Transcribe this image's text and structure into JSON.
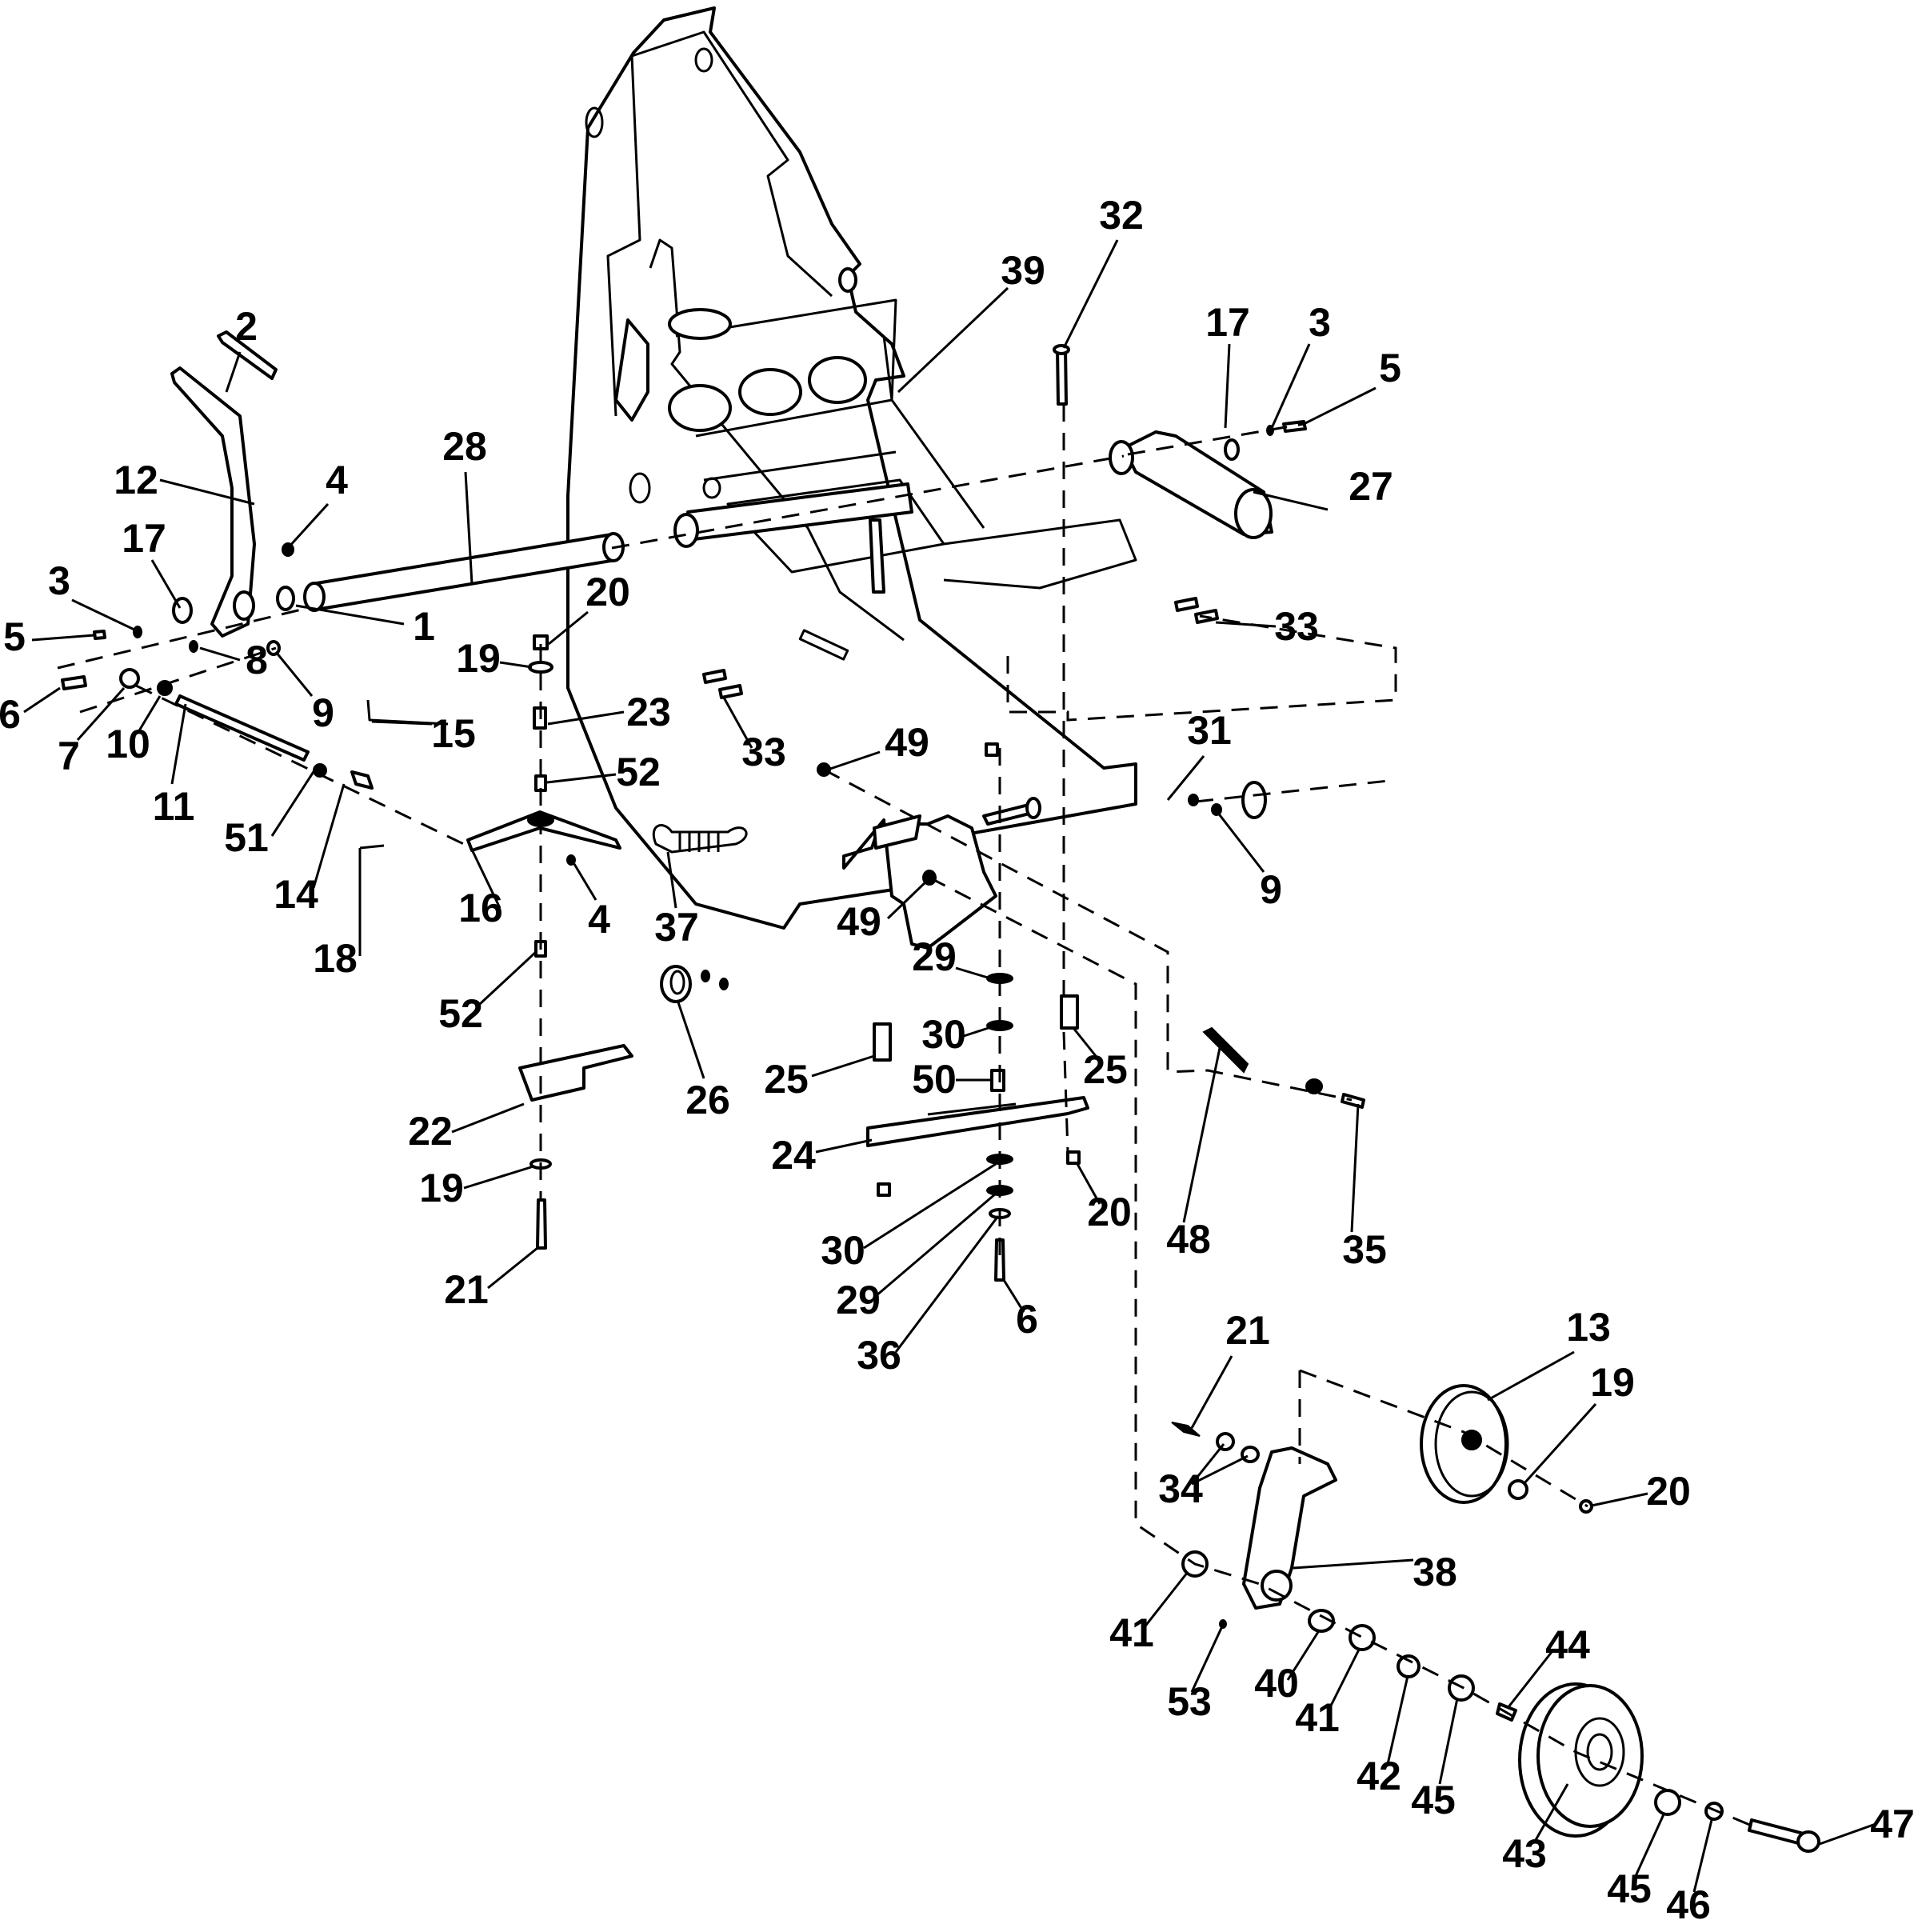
{
  "diagram": {
    "title": "Exploded parts diagram - frame, pedal linkage, idler and pulley assembly",
    "background": "#ffffff",
    "ink": "#000000"
  },
  "callouts": [
    {
      "id": "c2",
      "text": "2",
      "part": "pad"
    },
    {
      "id": "c12",
      "text": "12",
      "part": "pedal-lever"
    },
    {
      "id": "c4a",
      "text": "4",
      "part": "fastener"
    },
    {
      "id": "c28",
      "text": "28",
      "part": "cross-shaft"
    },
    {
      "id": "c17a",
      "text": "17",
      "part": "washer"
    },
    {
      "id": "c3a",
      "text": "3",
      "part": "clip"
    },
    {
      "id": "c5a",
      "text": "5",
      "part": "pin"
    },
    {
      "id": "c1",
      "text": "1",
      "part": "bushing"
    },
    {
      "id": "c20a",
      "text": "20",
      "part": "nut"
    },
    {
      "id": "c19a",
      "text": "19",
      "part": "washer"
    },
    {
      "id": "c6a",
      "text": "6",
      "part": "bolt"
    },
    {
      "id": "c7",
      "text": "7",
      "part": "rod-end"
    },
    {
      "id": "c10",
      "text": "10",
      "part": "nut"
    },
    {
      "id": "c8",
      "text": "8",
      "part": "washer"
    },
    {
      "id": "c9a",
      "text": "9",
      "part": "nut"
    },
    {
      "id": "c11",
      "text": "11",
      "part": "rod"
    },
    {
      "id": "c15",
      "text": "15",
      "part": "pin"
    },
    {
      "id": "c23",
      "text": "23",
      "part": "spacer"
    },
    {
      "id": "c52a",
      "text": "52",
      "part": "bushing"
    },
    {
      "id": "c33a",
      "text": "33",
      "part": "bolt"
    },
    {
      "id": "c51",
      "text": "51",
      "part": "nut"
    },
    {
      "id": "c14",
      "text": "14",
      "part": "clevis"
    },
    {
      "id": "c16",
      "text": "16",
      "part": "bellcrank"
    },
    {
      "id": "c4b",
      "text": "4",
      "part": "fastener"
    },
    {
      "id": "c18",
      "text": "18",
      "part": "cotter-pin"
    },
    {
      "id": "c37",
      "text": "37",
      "part": "spring"
    },
    {
      "id": "c52b",
      "text": "52",
      "part": "bushing"
    },
    {
      "id": "c32",
      "text": "32",
      "part": "pin"
    },
    {
      "id": "c39",
      "text": "39",
      "part": "frame"
    },
    {
      "id": "c17b",
      "text": "17",
      "part": "washer"
    },
    {
      "id": "c3b",
      "text": "3",
      "part": "clip"
    },
    {
      "id": "c5b",
      "text": "5",
      "part": "pin"
    },
    {
      "id": "c27",
      "text": "27",
      "part": "pivot-tube"
    },
    {
      "id": "c33b",
      "text": "33",
      "part": "bolt"
    },
    {
      "id": "c31",
      "text": "31",
      "part": "idler-bracket-shaft"
    },
    {
      "id": "c49a",
      "text": "49",
      "part": "nut"
    },
    {
      "id": "c9b",
      "text": "9",
      "part": "nut"
    },
    {
      "id": "c49b",
      "text": "49",
      "part": "nut"
    },
    {
      "id": "c29a",
      "text": "29",
      "part": "washer"
    },
    {
      "id": "c30a",
      "text": "30",
      "part": "washer"
    },
    {
      "id": "c25a",
      "text": "25",
      "part": "spacer"
    },
    {
      "id": "c50",
      "text": "50",
      "part": "bushing"
    },
    {
      "id": "c25b",
      "text": "25",
      "part": "spacer"
    },
    {
      "id": "c26",
      "text": "26",
      "part": "bearing"
    },
    {
      "id": "c22",
      "text": "22",
      "part": "bracket"
    },
    {
      "id": "c24",
      "text": "24",
      "part": "slotted-bracket"
    },
    {
      "id": "c19b",
      "text": "19",
      "part": "washer"
    },
    {
      "id": "c20b",
      "text": "20",
      "part": "nut"
    },
    {
      "id": "c48",
      "text": "48",
      "part": "spring"
    },
    {
      "id": "c35",
      "text": "35",
      "part": "bolt"
    },
    {
      "id": "c30b",
      "text": "30",
      "part": "washer"
    },
    {
      "id": "c21a",
      "text": "21",
      "part": "bolt"
    },
    {
      "id": "c29b",
      "text": "29",
      "part": "washer"
    },
    {
      "id": "c6b",
      "text": "6",
      "part": "bolt"
    },
    {
      "id": "c36",
      "text": "36",
      "part": "washer"
    },
    {
      "id": "c21b",
      "text": "21",
      "part": "bolt"
    },
    {
      "id": "c13",
      "text": "13",
      "part": "idler-pulley"
    },
    {
      "id": "c19c",
      "text": "19",
      "part": "washer"
    },
    {
      "id": "c20c",
      "text": "20",
      "part": "nut"
    },
    {
      "id": "c34",
      "text": "34",
      "part": "washer"
    },
    {
      "id": "c38",
      "text": "38",
      "part": "idler-arm"
    },
    {
      "id": "c41a",
      "text": "41",
      "part": "bearing"
    },
    {
      "id": "c53",
      "text": "53",
      "part": "grease-fitting"
    },
    {
      "id": "c40",
      "text": "40",
      "part": "spacer"
    },
    {
      "id": "c41b",
      "text": "41",
      "part": "bearing"
    },
    {
      "id": "c44",
      "text": "44",
      "part": "key"
    },
    {
      "id": "c42",
      "text": "42",
      "part": "washer"
    },
    {
      "id": "c45a",
      "text": "45",
      "part": "spacer"
    },
    {
      "id": "c43",
      "text": "43",
      "part": "double-pulley"
    },
    {
      "id": "c45b",
      "text": "45",
      "part": "spacer"
    },
    {
      "id": "c46",
      "text": "46",
      "part": "washer"
    },
    {
      "id": "c47",
      "text": "47",
      "part": "bolt"
    }
  ]
}
